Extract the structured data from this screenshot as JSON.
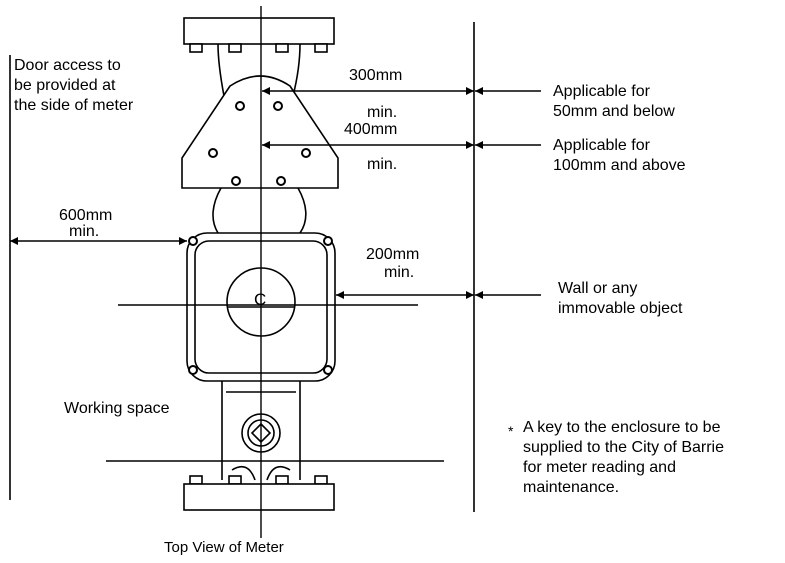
{
  "diagram": {
    "door_access_note": [
      "Door access to",
      "be provided at",
      "the side of meter"
    ],
    "dim_300": {
      "value": "300mm",
      "suffix": "min."
    },
    "dim_400": {
      "value": "400mm",
      "suffix": "min."
    },
    "dim_600": {
      "value": "600mm",
      "suffix": "min."
    },
    "dim_200": {
      "value": "200mm",
      "suffix": "min."
    },
    "applicable_small": [
      "Applicable for",
      "50mm and below"
    ],
    "applicable_large": [
      "Applicable for",
      "100mm and above"
    ],
    "wall_note": [
      "Wall or any",
      "immovable object"
    ],
    "working_space": "Working space",
    "key_note": {
      "bullet": "*",
      "lines": [
        "A key to the enclosure to be",
        "supplied to the City of Barrie",
        "for meter reading and",
        "maintenance."
      ]
    },
    "centerline_symbol": "C",
    "caption": "Top View of Meter"
  }
}
